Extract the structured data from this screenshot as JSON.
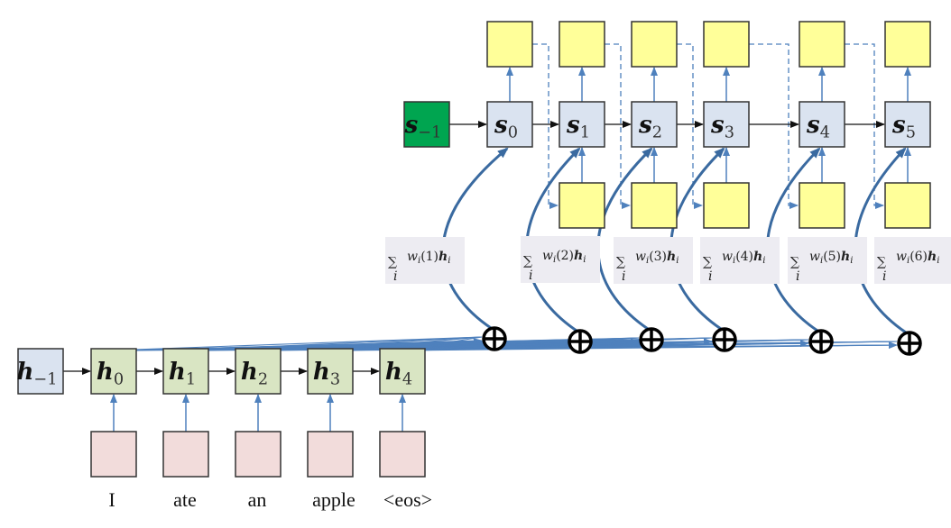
{
  "diagram": {
    "type": "seq2seq-attention",
    "colors": {
      "decoder_init": "#00a550",
      "decoder_state": "#dae3f0",
      "output_box": "#ffff99",
      "encoder_state": "#d9e5c3",
      "encoder_init": "#dae3f0",
      "input_box": "#f2dcdb",
      "attention_arrow": "#4f81bd",
      "curve": "#3a6aa0",
      "sum_label_bg": "#edecf2"
    },
    "decoder": {
      "init": {
        "base": "s",
        "sub": "−1"
      },
      "states": [
        {
          "base": "s",
          "sub": "0"
        },
        {
          "base": "s",
          "sub": "1"
        },
        {
          "base": "s",
          "sub": "2"
        },
        {
          "base": "s",
          "sub": "3"
        },
        {
          "base": "s",
          "sub": "4"
        },
        {
          "base": "s",
          "sub": "5"
        }
      ]
    },
    "encoder": {
      "init": {
        "base": "h",
        "sub": "−1"
      },
      "states": [
        {
          "base": "h",
          "sub": "0"
        },
        {
          "base": "h",
          "sub": "1"
        },
        {
          "base": "h",
          "sub": "2"
        },
        {
          "base": "h",
          "sub": "3"
        },
        {
          "base": "h",
          "sub": "4"
        }
      ]
    },
    "input_words": [
      "I",
      "ate",
      "an",
      "apple",
      "<eos>"
    ],
    "context_labels": [
      {
        "sum": "∑",
        "index": "i",
        "weight": "w",
        "wsub": "i",
        "step": "(1)",
        "h": "h",
        "hsub": "i"
      },
      {
        "sum": "∑",
        "index": "i",
        "weight": "w",
        "wsub": "i",
        "step": "(2)",
        "h": "h",
        "hsub": "i"
      },
      {
        "sum": "∑",
        "index": "i",
        "weight": "w",
        "wsub": "i",
        "step": "(3)",
        "h": "h",
        "hsub": "i"
      },
      {
        "sum": "∑",
        "index": "i",
        "weight": "w",
        "wsub": "i",
        "step": "(4)",
        "h": "h",
        "hsub": "i"
      },
      {
        "sum": "∑",
        "index": "i",
        "weight": "w",
        "wsub": "i",
        "step": "(5)",
        "h": "h",
        "hsub": "i"
      },
      {
        "sum": "∑",
        "index": "i",
        "weight": "w",
        "wsub": "i",
        "step": "(6)",
        "h": "h",
        "hsub": "i"
      }
    ],
    "sum_node_symbol": "⊕"
  }
}
